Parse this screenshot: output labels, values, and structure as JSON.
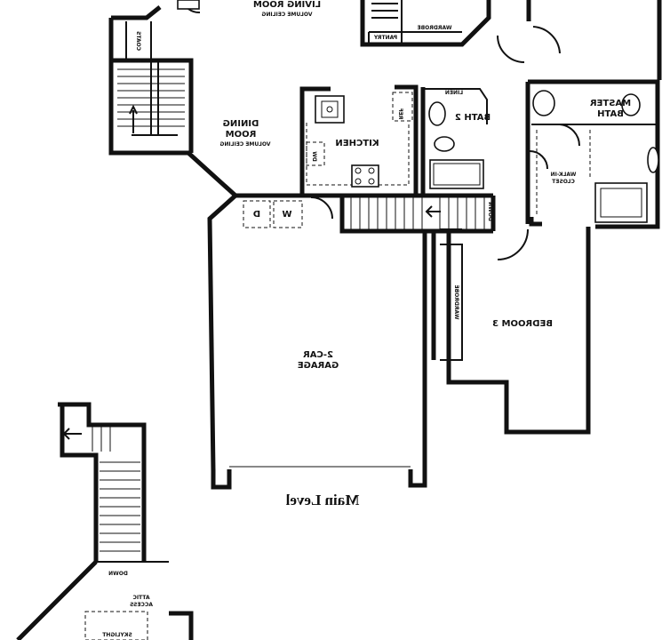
{
  "labels": {
    "living_room": "LIVING ROOM",
    "living_room_note": "VOLUME CEILING",
    "dining_room_line1": "DINING",
    "dining_room_line2": "ROOM",
    "dining_room_note": "VOLUME CEILING",
    "kitchen": "KITCHEN",
    "bath2": "BATH 2",
    "linen": "LINEN",
    "master_bath_line1": "MASTER",
    "master_bath_line2": "BATH",
    "walkin_line1": "WALK-IN",
    "walkin_line2": "CLOSET",
    "wardrobe_top": "WARDROBE",
    "pantry": "PANTRY",
    "coats": "COATS",
    "down_top": "DOWN",
    "down_stair": "DOWN",
    "down_lower": "DOWN",
    "ref": "REF",
    "dw": "DW",
    "washer": "W",
    "dryer": "D",
    "garage_line1": "2-CAR",
    "garage_line2": "GARAGE",
    "bedroom3": "BEDROOM 3",
    "wardrobe_bed": "WARDROBE",
    "main_level": "Main Level",
    "attic_line1": "ATTIC",
    "attic_line2": "ACCESS",
    "skylight": "SKYLIGHT"
  }
}
